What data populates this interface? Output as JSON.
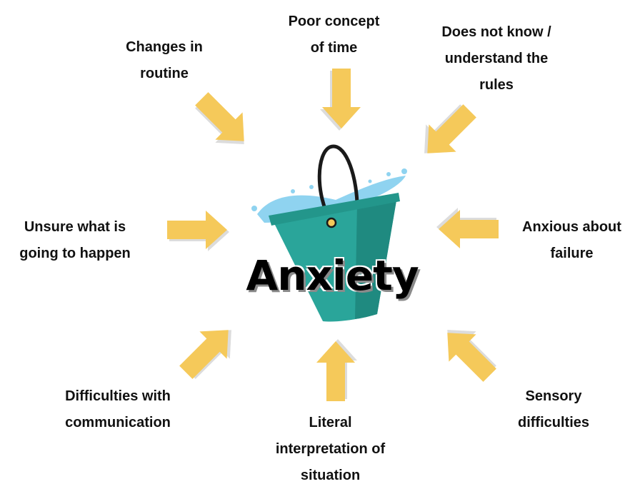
{
  "center": {
    "title": "Anxiety"
  },
  "causes": [
    {
      "id": "routine",
      "text": "Changes in\nroutine"
    },
    {
      "id": "time",
      "text": "Poor concept\nof time"
    },
    {
      "id": "rules",
      "text": "Does not know /\nunderstand the\nrules"
    },
    {
      "id": "unsure",
      "text": "Unsure what is\ngoing to happen"
    },
    {
      "id": "failure",
      "text": "Anxious about\nfailure"
    },
    {
      "id": "communication",
      "text": "Difficulties with\ncommunication"
    },
    {
      "id": "literal",
      "text": "Literal\ninterpretation of\nsituation"
    },
    {
      "id": "sensory",
      "text": "Sensory\ndifficulties"
    }
  ],
  "colors": {
    "arrow": "#f5c95a",
    "arrow_shadow": "#dcdcdc",
    "bucket": "#2aa59a",
    "bucket_dark": "#1f8a80",
    "water": "#8fd3f0"
  }
}
